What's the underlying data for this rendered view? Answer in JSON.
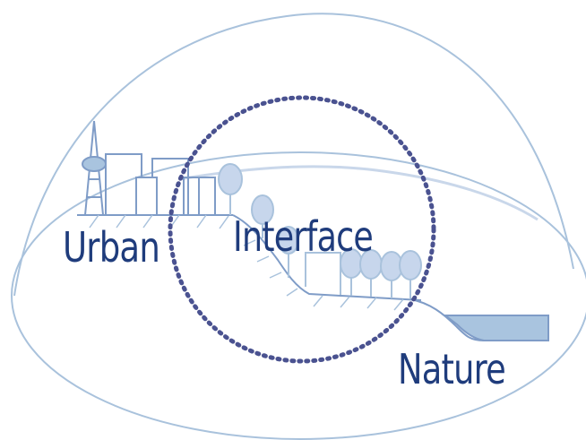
{
  "diagram": {
    "labels": {
      "urban": "Urban",
      "interface": "Interface",
      "nature": "Nature"
    },
    "colors": {
      "text": "#1f3c7c",
      "outline": "#a9c2dc",
      "dotted_circle": "#4a5290",
      "structure": "#7f9cc7",
      "tree_fill": "#c7d6ec",
      "water": "#a9c4df"
    }
  }
}
